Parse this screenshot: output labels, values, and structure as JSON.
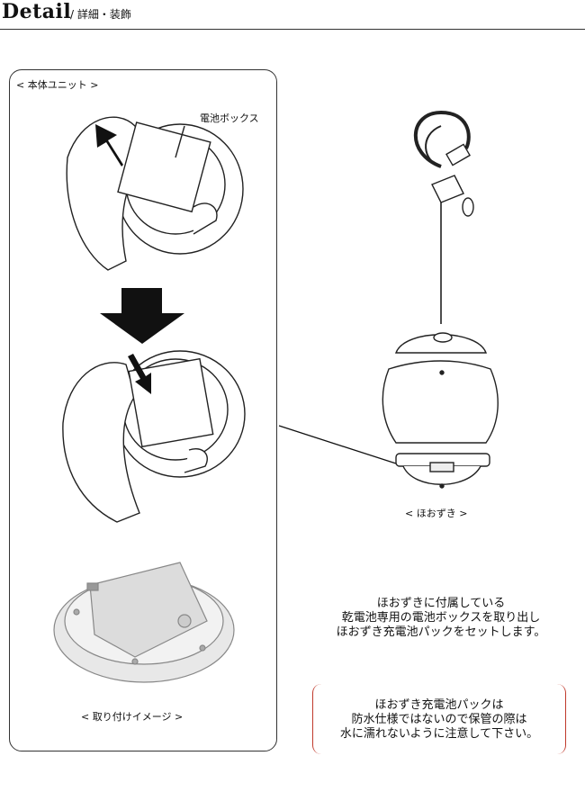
{
  "header": {
    "title": "Detail",
    "subtitle": "/ 詳細・装飾"
  },
  "unit_section": {
    "label": "< 本体ユニット >",
    "battery_box_caption": "電池ボックス",
    "mounting_caption": "< 取り付けイメージ >"
  },
  "hoozuki_caption": "< ほおずき >",
  "description": {
    "line1": "ほおずきに付属している",
    "line2": "乾電池専用の電池ボックスを取り出し",
    "line3": "ほおずき充電池パックをセットします。"
  },
  "note": {
    "line1": "ほおずき充電池パックは",
    "line2": "防水仕様ではないので保管の際は",
    "line3": "水に濡れないように注意して下さい。",
    "border_color": "#c0392b"
  }
}
